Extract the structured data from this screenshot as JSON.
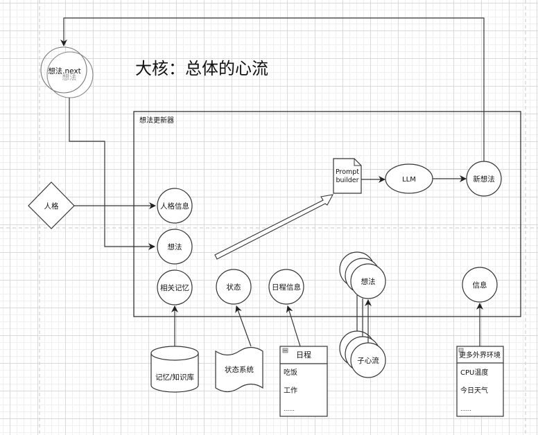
{
  "title": "大核：总体的心流",
  "container": {
    "label": "想法更新器"
  },
  "nodes": {
    "thought_next": {
      "front": "想法.next",
      "back": "想法"
    },
    "personality": "人格",
    "personality_info": "人格信息",
    "thought": "想法",
    "related_memory": "相关记忆",
    "state": "状态",
    "schedule_info": "日程信息",
    "sub_thought": "想法",
    "info": "信息",
    "prompt_builder": [
      "Prompt",
      "builder"
    ],
    "llm": "LLM",
    "new_thought": "新想法",
    "memory_db": "记忆/知识库",
    "state_system": "状态系统",
    "sub_flow": "子心流"
  },
  "schedule_list": {
    "title": "日程",
    "items": [
      "吃饭",
      "工作",
      "……"
    ]
  },
  "env_list": {
    "title": "更多外界环境",
    "items": [
      "CPU温度",
      "今日天气",
      "……"
    ]
  },
  "colors": {
    "stroke": "#333333",
    "text": "#111111",
    "grid_major": "#d9d9d9",
    "grid_minor": "#f0f0f0"
  }
}
